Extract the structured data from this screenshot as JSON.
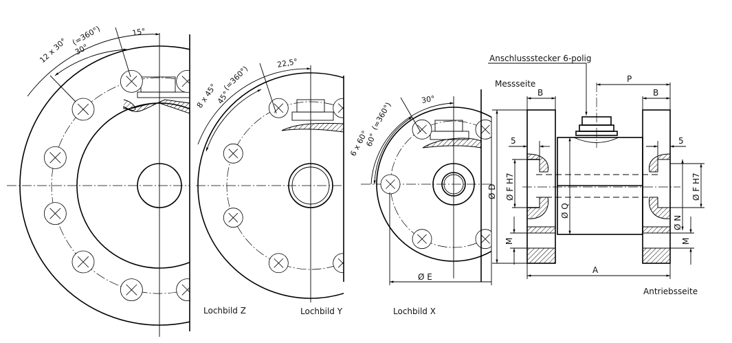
{
  "views": {
    "z": {
      "caption": "Lochbild Z",
      "pattern": "12 x 30°",
      "total": "(=360°)",
      "pitch": "30°",
      "offset": "15°"
    },
    "y": {
      "caption": "Lochbild Y",
      "pattern": "8 x 45°",
      "total": "(=360°)",
      "pitch": "45°",
      "offset": "22,5°"
    },
    "x": {
      "caption": "Lochbild X",
      "pattern": "6 x 60°",
      "total": "(=360°)",
      "pitch": "60°",
      "offset": "30°",
      "dia_e": "Ø E"
    }
  },
  "side": {
    "connector": "Anschlussstecker 6-polig",
    "measure_side": "Messseite",
    "drive_side": "Antriebsseite",
    "dim_b": "B",
    "dim_p": "P",
    "dim_a": "A",
    "dim_5": "5",
    "dim_d": "Ø D",
    "dim_f": "Ø F H7",
    "dim_q": "Ø Q",
    "dim_n": "Ø N",
    "dim_m": "M"
  }
}
